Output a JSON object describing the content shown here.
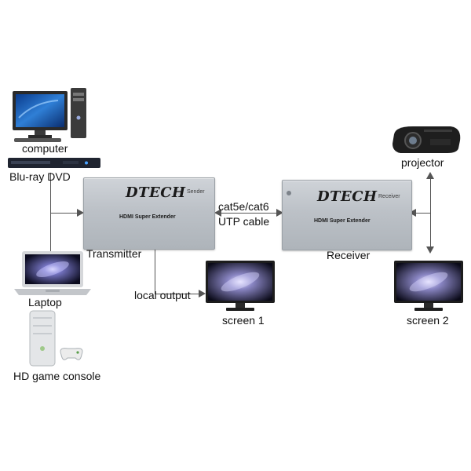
{
  "sources": {
    "computer": "computer",
    "bluray": "Blu-ray DVD",
    "laptop": "Laptop",
    "console": "HD game console"
  },
  "transmitter": {
    "brand": "DTECH",
    "role": "Sender",
    "model": "HDMI Super Extender",
    "label": "Transmitter"
  },
  "receiver": {
    "brand": "DTECH",
    "role": "Receiver",
    "model": "HDMI Super Extender",
    "label": "Receiver"
  },
  "cable": {
    "line1": "cat5e/cat6",
    "line2": "UTP cable"
  },
  "outputs": {
    "local": "local output",
    "screen1": "screen 1",
    "projector": "projector",
    "screen2": "screen 2"
  }
}
